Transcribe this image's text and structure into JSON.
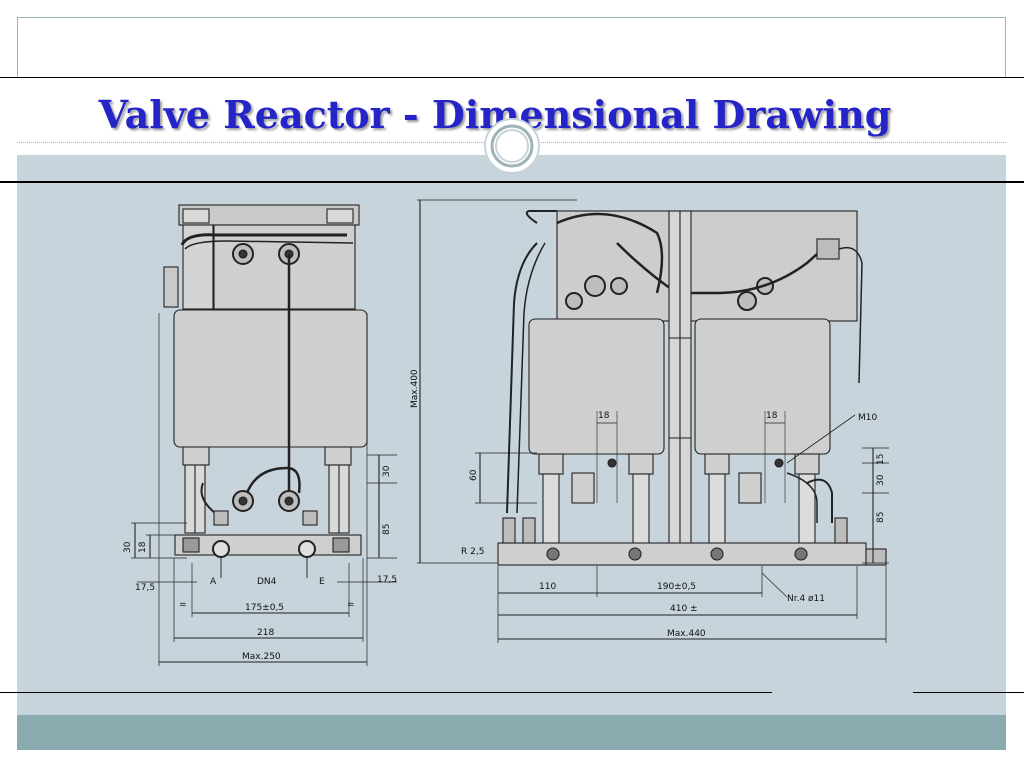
{
  "slide": {
    "title": "Valve Reactor - Dimensional Drawing"
  },
  "colors": {
    "title": "#2424c8",
    "content_background": "#c7d4dc",
    "footer_bar": "#8aabb0"
  },
  "drawing": {
    "left_view": {
      "dim_30": "30",
      "dim_18": "18",
      "dim_17_5_left": "17,5",
      "dim_17_5_right": "17,5",
      "dim_30_right": "30",
      "dim_85": "85",
      "label_a": "A",
      "label_dn4": "DN4",
      "label_e": "E",
      "dim_175": "175±0,5",
      "dim_218": "218",
      "dim_max250": "Max.250",
      "eq_left": "=",
      "eq_right": "="
    },
    "right_view": {
      "dim_max400": "Max.400",
      "dim_60": "60",
      "dim_r25": "R 2,5",
      "dim_18_a": "18",
      "dim_18_b": "18",
      "label_m10": "M10",
      "dim_15": "15",
      "dim_30": "30",
      "dim_85": "85",
      "dim_110": "110",
      "dim_190": "190±0,5",
      "label_holes": "Nr.4  ø11",
      "dim_410": "410 ±",
      "dim_max440": "Max.440"
    }
  }
}
